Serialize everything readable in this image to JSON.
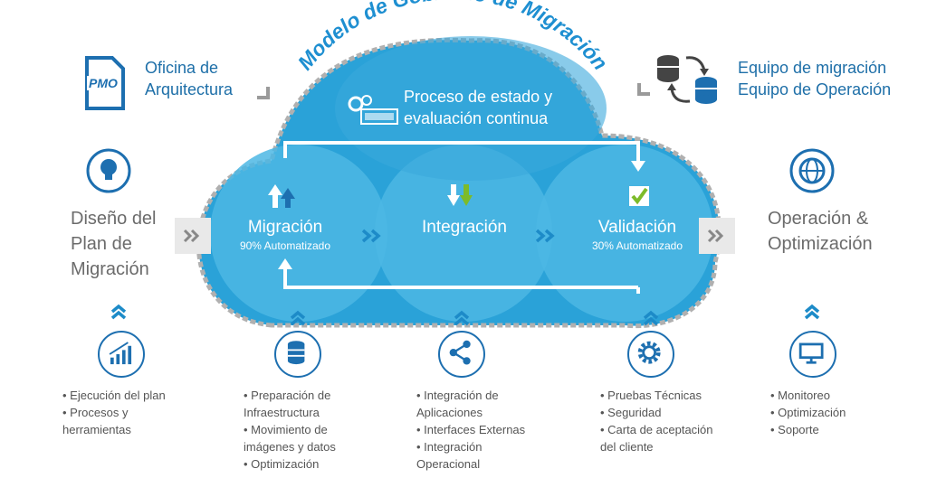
{
  "title": "Modelo de Gobierno de Migración",
  "pmo": {
    "badge": "PMO",
    "line1": "Oficina de",
    "line2": "Arquitectura"
  },
  "teams": {
    "line1": "Equipo de migración",
    "line2": "Equipo de Operación"
  },
  "process": {
    "line1": "Proceso de estado y",
    "line2": "evaluación continua"
  },
  "left_stage": {
    "line1": "Diseño del",
    "line2": "Plan de",
    "line3": "Migración"
  },
  "right_stage": {
    "line1": "Operación  &",
    "line2": "Optimización"
  },
  "stages": [
    {
      "title": "Migración",
      "subtitle": "90% Automatizado"
    },
    {
      "title": "Integración",
      "subtitle": ""
    },
    {
      "title": "Validación",
      "subtitle": "30% Automatizado"
    }
  ],
  "columns": [
    {
      "icon": "growth-chart-icon",
      "items": [
        "• Ejecución del plan",
        "• Procesos y",
        "herramientas"
      ]
    },
    {
      "icon": "database-icon",
      "items": [
        "• Preparación de",
        "Infraestructura",
        "• Movimiento de",
        "imágenes y datos",
        "• Optimización"
      ]
    },
    {
      "icon": "share-nodes-icon",
      "items": [
        "• Integración de",
        "Aplicaciones",
        "• Interfaces Externas",
        "• Integración",
        "Operacional"
      ]
    },
    {
      "icon": "gear-icon",
      "items": [
        "• Pruebas Técnicas",
        "• Seguridad",
        "• Carta de aceptación",
        "del cliente"
      ]
    },
    {
      "icon": "monitor-icon",
      "items": [
        "• Monitoreo",
        "• Optimización",
        "• Soporte"
      ]
    }
  ],
  "colors": {
    "brand": "#1d6fb0",
    "cloud": "#3fb0e0",
    "cloud_light": "#6ac3ea",
    "arrow_gray": "#9a9a9a",
    "green": "#7dbb2a"
  }
}
